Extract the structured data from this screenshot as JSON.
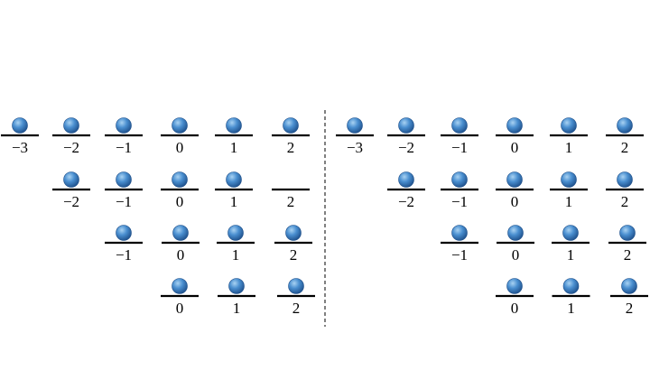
{
  "colors": {
    "ball_light": "#a9d2f2",
    "ball_mid": "#4a8fd0",
    "ball_dark": "#1d4f8a",
    "line": "#000000",
    "divider": "#000000"
  },
  "diagram": {
    "divider_style": "dashed",
    "panels": [
      {
        "name": "left",
        "rows": [
          {
            "levels": [
              {
                "label": "−3",
                "ball": true
              },
              {
                "label": "−2",
                "ball": true
              },
              {
                "label": "−1",
                "ball": true
              },
              {
                "label": "0",
                "ball": true
              },
              {
                "label": "1",
                "ball": true
              },
              {
                "label": "2",
                "ball": true
              }
            ]
          },
          {
            "levels": [
              {
                "label": "−2",
                "ball": true
              },
              {
                "label": "−1",
                "ball": true
              },
              {
                "label": "0",
                "ball": true
              },
              {
                "label": "1",
                "ball": true
              },
              {
                "label": "2",
                "ball": false
              }
            ]
          },
          {
            "levels": [
              {
                "label": "−1",
                "ball": true
              },
              {
                "label": "0",
                "ball": true
              },
              {
                "label": "1",
                "ball": true
              },
              {
                "label": "2",
                "ball": true
              }
            ]
          },
          {
            "levels": [
              {
                "label": "0",
                "ball": true
              },
              {
                "label": "1",
                "ball": true
              },
              {
                "label": "2",
                "ball": true
              }
            ]
          }
        ]
      },
      {
        "name": "right",
        "rows": [
          {
            "levels": [
              {
                "label": "−3",
                "ball": true
              },
              {
                "label": "−2",
                "ball": true
              },
              {
                "label": "−1",
                "ball": true
              },
              {
                "label": "0",
                "ball": true
              },
              {
                "label": "1",
                "ball": true
              },
              {
                "label": "2",
                "ball": true
              }
            ]
          },
          {
            "levels": [
              {
                "label": "−2",
                "ball": true
              },
              {
                "label": "−1",
                "ball": true
              },
              {
                "label": "0",
                "ball": true
              },
              {
                "label": "1",
                "ball": true
              },
              {
                "label": "2",
                "ball": true
              }
            ]
          },
          {
            "levels": [
              {
                "label": "−1",
                "ball": true
              },
              {
                "label": "0",
                "ball": true
              },
              {
                "label": "1",
                "ball": true
              },
              {
                "label": "2",
                "ball": true
              }
            ]
          },
          {
            "levels": [
              {
                "label": "0",
                "ball": true
              },
              {
                "label": "1",
                "ball": true
              },
              {
                "label": "2",
                "ball": true
              }
            ]
          }
        ]
      }
    ]
  }
}
